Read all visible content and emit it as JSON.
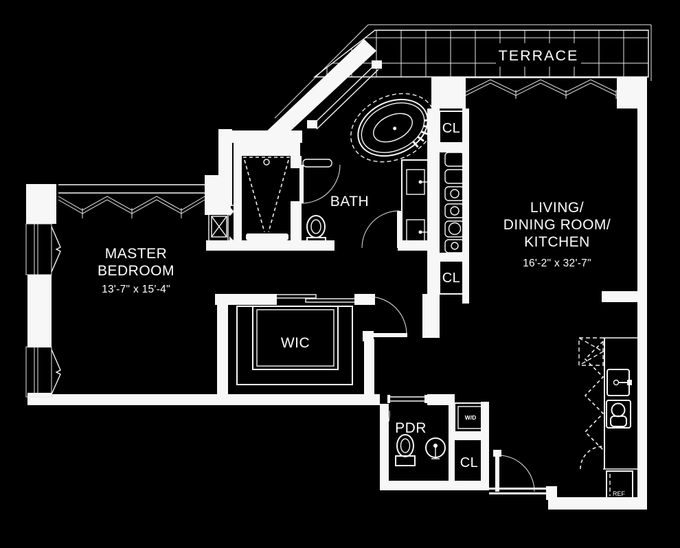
{
  "plan": {
    "background": "#000000",
    "line_color": "#ffffff",
    "rooms": {
      "terrace": {
        "label": "TERRACE"
      },
      "living": {
        "line1": "LIVING/",
        "line2": "DINING ROOM/",
        "line3": "KITCHEN",
        "dimensions": "16'-2\" x 32'-7\""
      },
      "master": {
        "line1": "MASTER",
        "line2": "BEDROOM",
        "dimensions": "13'-7\" x 15'-4\""
      },
      "bath": {
        "label": "BATH"
      },
      "wic": {
        "label": "WIC"
      },
      "powder_room": {
        "label": "PDR"
      }
    },
    "closets": {
      "upper": "CL",
      "middle": "CL",
      "entry": "CL"
    },
    "appliances": {
      "washer_dryer": "W/D",
      "refrigerator": "REF"
    }
  }
}
